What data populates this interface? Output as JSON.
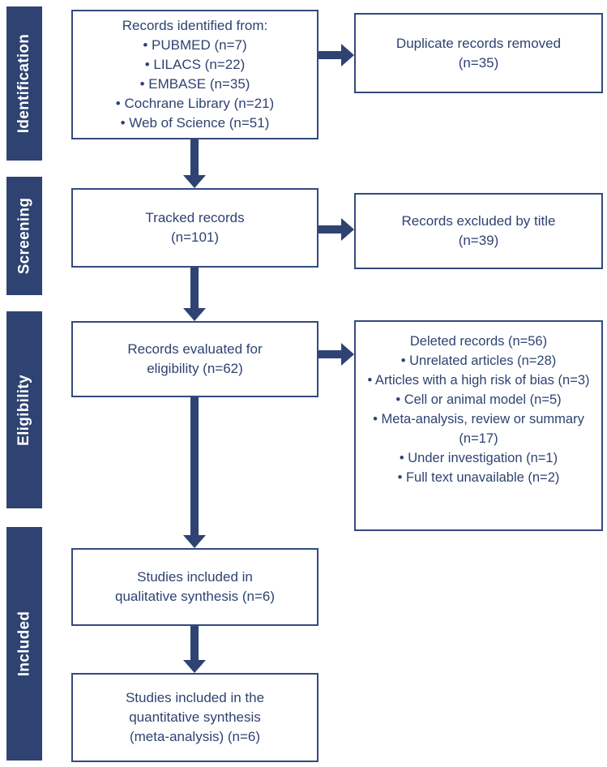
{
  "colors": {
    "navy": "#2e4372",
    "box_border": "#35497e",
    "bar_text": "#ffffff",
    "background": "#ffffff"
  },
  "stages": [
    {
      "label": "Identification"
    },
    {
      "label": "Screening"
    },
    {
      "label": "Eligibility"
    },
    {
      "label": "Included"
    }
  ],
  "boxes": {
    "identified": {
      "lines": [
        "Records identified from:",
        "• PUBMED (n=7)",
        "• LILACS (n=22)",
        "• EMBASE (n=35)",
        "• Cochrane Library (n=21)",
        "• Web of Science (n=51)"
      ]
    },
    "duplicates_removed": {
      "lines": [
        "Duplicate records removed",
        "(n=35)"
      ]
    },
    "tracked": {
      "lines": [
        "Tracked records",
        "(n=101)"
      ]
    },
    "excluded_title": {
      "lines": [
        "Records excluded by title",
        "(n=39)"
      ]
    },
    "evaluated": {
      "lines": [
        "Records evaluated for",
        "eligibility (n=62)"
      ]
    },
    "deleted": {
      "lines": [
        "Deleted records (n=56)",
        "• Unrelated articles (n=28)",
        "• Articles with a high risk of bias (n=3)",
        "• Cell or animal model (n=5)",
        "• Meta-analysis, review or summary (n=17)",
        "• Under investigation (n=1)",
        "• Full text unavailable (n=2)"
      ]
    },
    "qualitative": {
      "lines": [
        "Studies included in",
        "qualitative synthesis (n=6)"
      ]
    },
    "quantitative": {
      "lines": [
        "Studies included in the",
        "quantitative synthesis",
        "(meta-analysis) (n=6)"
      ]
    }
  }
}
